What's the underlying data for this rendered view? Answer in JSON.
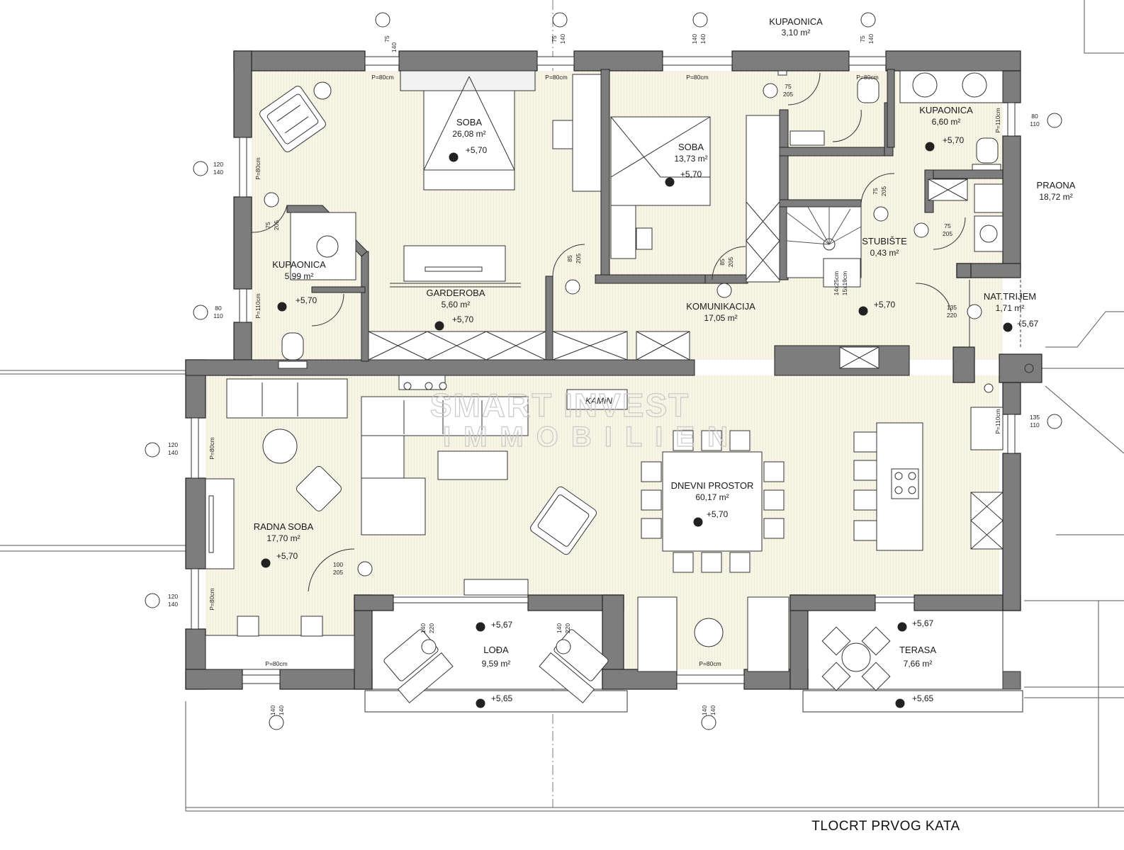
{
  "title": "TLOCRT PRVOG KATA",
  "watermark": {
    "line1": "SMART INVEST",
    "line2": "IMMOBILIEN"
  },
  "colors": {
    "wall": "#7d7d7d",
    "wall_edge": "#222222",
    "floor": "#f6f4e4",
    "floor_hatch": "#e9e6cf",
    "line": "#333333"
  },
  "rooms": [
    {
      "id": "soba-1",
      "name": "SOBA",
      "area": "26,08 m²",
      "elev": "+5,70"
    },
    {
      "id": "soba-2",
      "name": "SOBA",
      "area": "13,73 m²",
      "elev": "+5,70"
    },
    {
      "id": "kupaonica-top",
      "name": "KUPAONICA",
      "area": "3,10 m²"
    },
    {
      "id": "kupaonica-right",
      "name": "KUPAONICA",
      "area": "6,60 m²",
      "elev": "+5,70"
    },
    {
      "id": "praona",
      "name": "PRAONA",
      "area": "18,72 m²"
    },
    {
      "id": "kupaonica-left",
      "name": "KUPAONICA",
      "area": "5,99 m²",
      "elev": "+5,70"
    },
    {
      "id": "garderoba",
      "name": "GARDEROBA",
      "area": "5,60 m²",
      "elev": "+5,70"
    },
    {
      "id": "komunikacija",
      "name": "KOMUNIKACIJA",
      "area": "17,05 m²",
      "elev": "+5,70"
    },
    {
      "id": "stubiste",
      "name": "STUBIŠTE",
      "area": "0,43 m²"
    },
    {
      "id": "nat-trijem",
      "name": "NAT.TRIJEM",
      "area": "1,71 m²",
      "elev": "+5,67"
    },
    {
      "id": "radna-soba",
      "name": "RADNA SOBA",
      "area": "17,70 m²",
      "elev": "+5,70"
    },
    {
      "id": "dnevni-prostor",
      "name": "DNEVNI PROSTOR",
      "area": "60,17 m²",
      "elev": "+5,70"
    },
    {
      "id": "loda",
      "name": "LOĐA",
      "area": "9,59 m²",
      "elev": "+5,67",
      "elev2": "+5,65"
    },
    {
      "id": "terasa",
      "name": "TERASA",
      "area": "7,66 m²",
      "elev": "+5,67",
      "elev2": "+5,65"
    }
  ],
  "labels": {
    "kamin": "KAMIN"
  },
  "window_labels": {
    "p80": "P=80cm",
    "p110": "P=110cm"
  },
  "dims": {
    "d75_140": [
      "75",
      "140"
    ],
    "d140_140": [
      "140",
      "140"
    ],
    "d120_140": [
      "120",
      "140"
    ],
    "d80_110": [
      "80",
      "110"
    ],
    "d135_110": [
      "135",
      "110"
    ],
    "d75_205": [
      "75",
      "205"
    ],
    "d85_205": [
      "85",
      "205"
    ],
    "d100_205": [
      "100",
      "205"
    ],
    "d135_220": [
      "135",
      "220"
    ],
    "d140_220": [
      "140",
      "220"
    ],
    "stairs": [
      "14x25cm",
      "15x19cm"
    ]
  }
}
